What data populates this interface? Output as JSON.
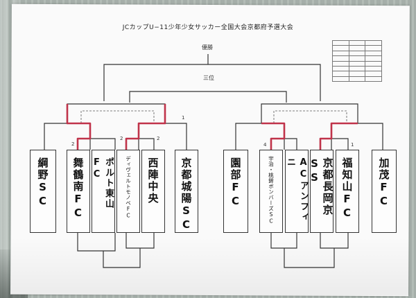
{
  "title": "JCカップU−11少年少女サッカー全国大会京都府予選大会",
  "labels": {
    "final": "優勝",
    "third": "三位"
  },
  "teams": [
    {
      "name": "綱野SC",
      "id": "t1"
    },
    {
      "name": "舞鶴南FC",
      "id": "t2"
    },
    {
      "name": "ポルト東山FC",
      "id": "t3"
    },
    {
      "name": "ディヴェルトモノベFC",
      "id": "t4"
    },
    {
      "name": "西陣中央",
      "id": "t5"
    },
    {
      "name": "京都城陽SC",
      "id": "t6"
    },
    {
      "name": "園部FC",
      "id": "t7"
    },
    {
      "name": "宇治・桃鉾ボンバーズSC",
      "id": "t8"
    },
    {
      "name": "ACアンフィニ",
      "id": "t9"
    },
    {
      "name": "京都長岡京SS",
      "id": "t10"
    },
    {
      "name": "福知山FC",
      "id": "t11"
    },
    {
      "name": "加茂FC",
      "id": "t12"
    }
  ],
  "scores": {
    "s_t2": "2",
    "s_t4": "2",
    "s_t5": "2",
    "s_t6": "1",
    "s_t8": "4",
    "s_t11": "1"
  },
  "colors": {
    "winner_line": "#c0334a",
    "bracket_line": "#333333",
    "dashed_line": "#555555"
  }
}
